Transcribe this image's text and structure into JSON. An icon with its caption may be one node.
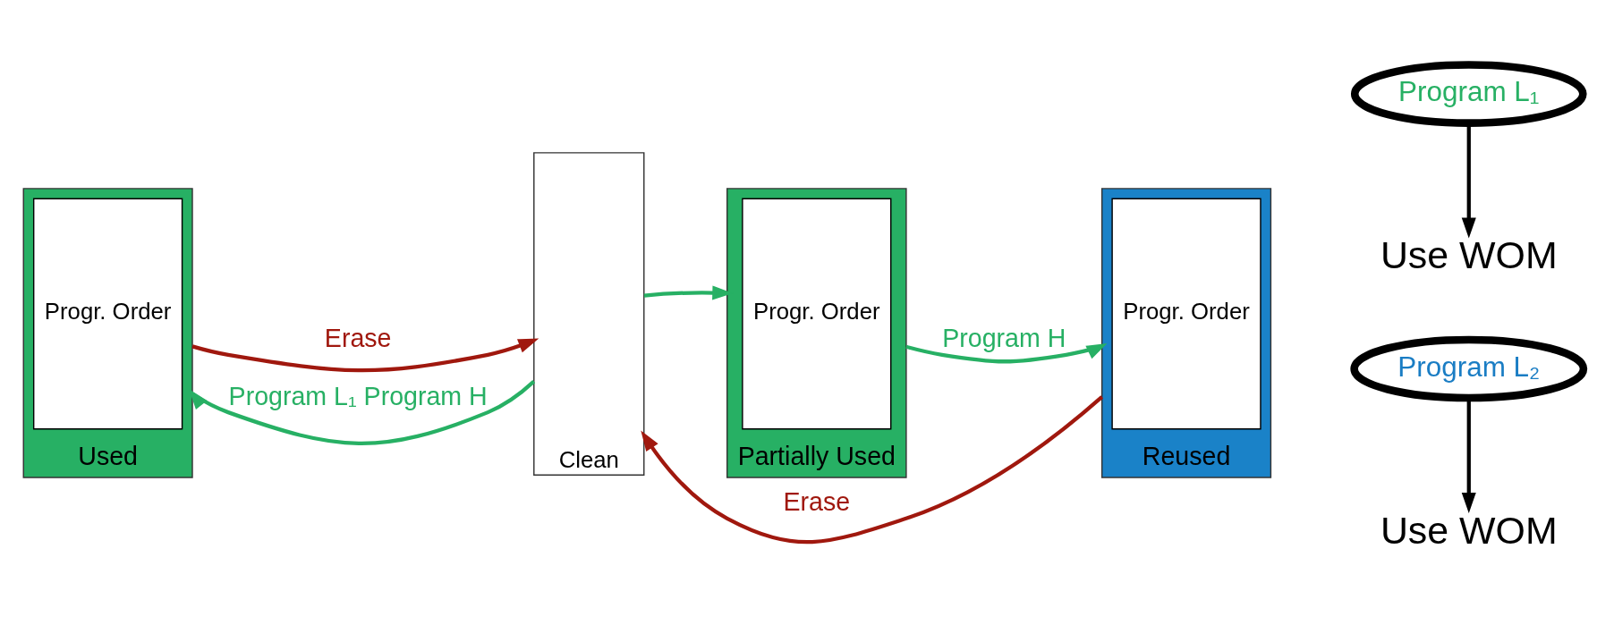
{
  "diagram": {
    "nodes": [
      {
        "text": [
          "Used"
        ]
      },
      {
        "text": [
          "Progr. Order"
        ],
        "in": 0
      },
      {
        "text": [
          "Clean"
        ]
      },
      {
        "text": [
          "Partially Used"
        ]
      },
      {
        "text": [
          "Progr. Order"
        ],
        "in": 3
      },
      {
        "text": [
          "Reused"
        ]
      },
      {
        "text": [
          "Progr. Order"
        ],
        "in": 5
      },
      {
        "text": [
          "Program L₁"
        ]
      },
      {
        "text": [
          "Use WOM"
        ]
      },
      {
        "text": [
          "Program L₂"
        ]
      },
      {
        "text": [
          "Use WOM"
        ]
      }
    ],
    "edges": [
      {
        "from": 0,
        "to": 2,
        "arrow": "to",
        "label": "Erase",
        "color": "#a0180e"
      },
      {
        "from": 5,
        "to": 2,
        "arrow": "to",
        "label": "Erase",
        "color": "#a0180e"
      },
      {
        "from": 2,
        "to": 0,
        "arrow": "to",
        "label": "Program L₁ Program H"
      },
      {
        "from": 2,
        "to": 3,
        "arrow": "to"
      },
      {
        "from": 3,
        "to": 5,
        "arrow": "to",
        "label": "Program H"
      },
      {
        "from": 7,
        "to": 8,
        "arrow": "to",
        "color": "#000000"
      },
      {
        "from": 9,
        "to": 10,
        "arrow": "to",
        "color": "#000000"
      }
    ]
  }
}
